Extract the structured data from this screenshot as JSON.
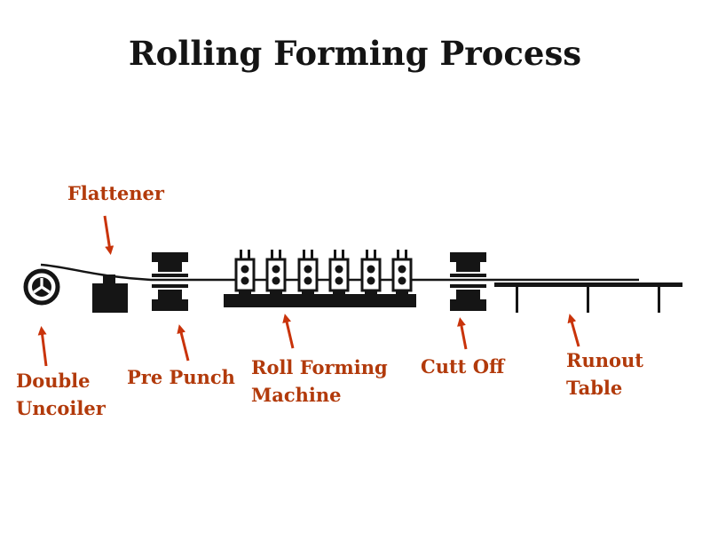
{
  "title": "Rolling Forming Process",
  "colors": {
    "machine": "#151515",
    "label": "#b23a0b",
    "arrow": "#c9330a"
  },
  "labels": {
    "flattener": "Flattener",
    "double_uncoiler": [
      "Double",
      "Uncoiler"
    ],
    "pre_punch": "Pre Punch",
    "roll_forming_machine": [
      "Roll Forming",
      "Machine"
    ],
    "cutt_off": "Cutt Off",
    "runout_table": [
      "Runout",
      "Table"
    ]
  },
  "components": [
    {
      "name": "uncoiler",
      "icon": "coil-icon"
    },
    {
      "name": "flattener",
      "icon": "flattener-block-icon"
    },
    {
      "name": "pre-punch",
      "icon": "press-icon"
    },
    {
      "name": "roll-forming-machine",
      "icon": "roller-stand-icon",
      "stands": 6
    },
    {
      "name": "cut-off",
      "icon": "press-icon"
    },
    {
      "name": "runout-table",
      "icon": "table-icon"
    }
  ]
}
